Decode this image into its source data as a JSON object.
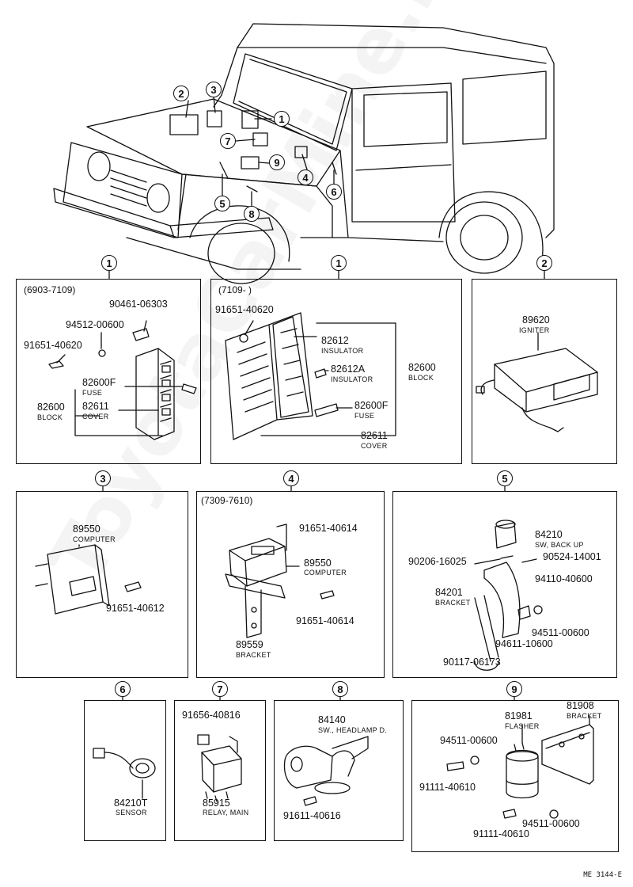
{
  "callouts": {
    "c1": "1",
    "c2": "2",
    "c3": "3",
    "c4": "4",
    "c5": "5",
    "c6": "6",
    "c7": "7",
    "c8": "8",
    "c9": "9"
  },
  "panel1a": {
    "range": "(6903-7109)",
    "parts": [
      {
        "num": "90461-06303"
      },
      {
        "num": "94512-00600"
      },
      {
        "num": "91651-40620"
      },
      {
        "num": "82600F",
        "name": "FUSE"
      },
      {
        "num": "82611",
        "name": "COVER"
      },
      {
        "num": "82600",
        "name": "BLOCK"
      }
    ]
  },
  "panel1b": {
    "range": "(7109-        )",
    "parts": [
      {
        "num": "91651-40620"
      },
      {
        "num": "82612",
        "name": "INSULATOR"
      },
      {
        "num": "82612A",
        "name": "INSULATOR"
      },
      {
        "num": "82600",
        "name": "BLOCK"
      },
      {
        "num": "82600F",
        "name": "FUSE"
      },
      {
        "num": "82611",
        "name": "COVER"
      }
    ]
  },
  "panel2": {
    "parts": [
      {
        "num": "89620",
        "name": "IGNITER"
      }
    ]
  },
  "panel3": {
    "parts": [
      {
        "num": "89550",
        "name": "COMPUTER"
      },
      {
        "num": "91651-40612"
      }
    ]
  },
  "panel4": {
    "range": "(7309-7610)",
    "parts": [
      {
        "num": "91651-40614"
      },
      {
        "num": "89550",
        "name": "COMPUTER"
      },
      {
        "num": "91651-40614"
      },
      {
        "num": "89559",
        "name": "BRACKET"
      }
    ]
  },
  "panel5": {
    "parts": [
      {
        "num": "84210",
        "name": "SW, BACK UP"
      },
      {
        "num": "90206-16025"
      },
      {
        "num": "90524-14001"
      },
      {
        "num": "94110-40600"
      },
      {
        "num": "84201",
        "name": "BRACKET"
      },
      {
        "num": "94511-00600"
      },
      {
        "num": "94611-10600"
      },
      {
        "num": "90117-06173"
      }
    ]
  },
  "panel6": {
    "parts": [
      {
        "num": "84210T",
        "name": "SENSOR"
      }
    ]
  },
  "panel7": {
    "parts": [
      {
        "num": "91656-40816"
      },
      {
        "num": "85915",
        "name": "RELAY, MAIN"
      }
    ]
  },
  "panel8": {
    "parts": [
      {
        "num": "84140",
        "name": "SW., HEADLAMP D."
      },
      {
        "num": "91611-40616"
      }
    ]
  },
  "panel9": {
    "parts": [
      {
        "num": "81908",
        "name": "BRACKET"
      },
      {
        "num": "81981",
        "name": "FLASHER"
      },
      {
        "num": "94511-00600"
      },
      {
        "num": "91111-40610"
      },
      {
        "num": "94511-00600"
      },
      {
        "num": "91111-40610"
      }
    ]
  },
  "watermark": "ToyotaCarMine.ru",
  "footer_code": "ME 3144-E"
}
